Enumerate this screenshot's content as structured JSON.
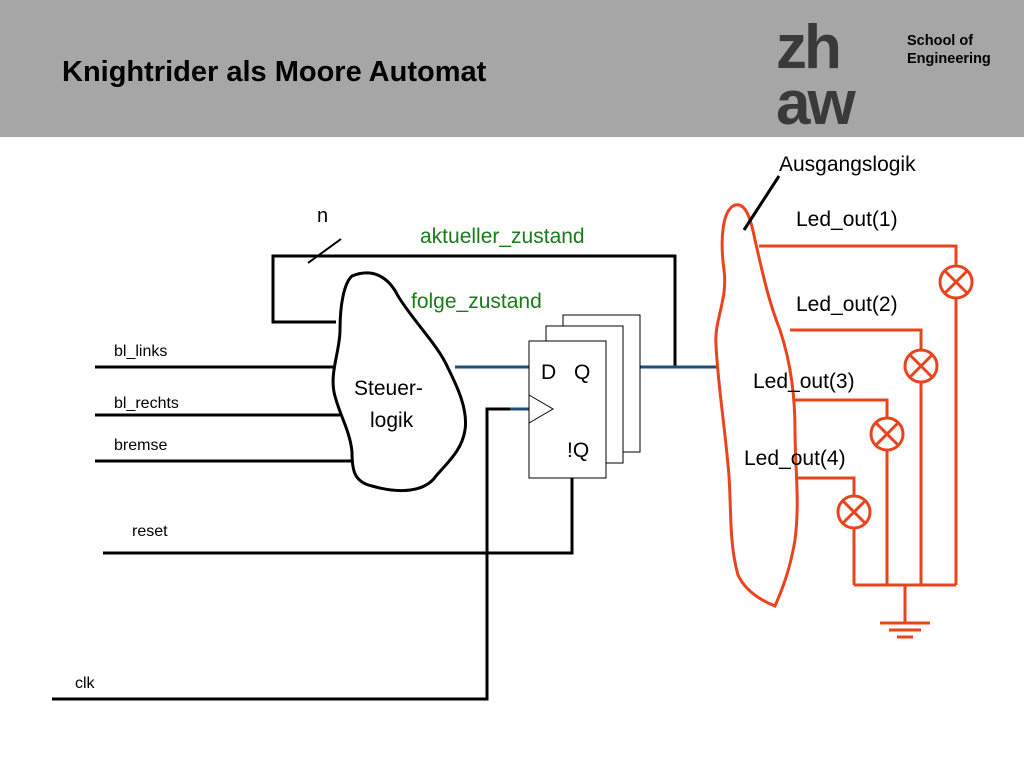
{
  "slide": {
    "title": "Knightrider als Moore Automat",
    "logo_text": "zhaw",
    "school_line1": "School of",
    "school_line2": "Engineering"
  },
  "colors": {
    "header_bg": "#a6a6a6",
    "signal_green": "#1a7a1a",
    "output_orange": "#e8441e",
    "bus_blue": "#1f4e79"
  },
  "diagram": {
    "bus_width_label": "n",
    "state_signal": "aktueller_zustand",
    "next_state_signal": "folge_zustand",
    "logic_block_line1": "Steuer-",
    "logic_block_line2": "logik",
    "ff_d": "D",
    "ff_q": "Q",
    "ff_qn": "!Q",
    "inputs": [
      "bl_links",
      "bl_rechts",
      "bremse",
      "reset",
      "clk"
    ],
    "output_logic_label": "Ausgangslogik",
    "outputs": [
      "Led_out(1)",
      "Led_out(2)",
      "Led_out(3)",
      "Led_out(4)"
    ]
  }
}
